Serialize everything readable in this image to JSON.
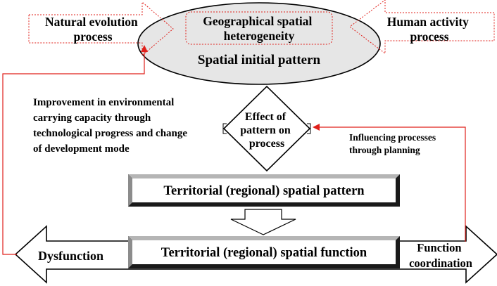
{
  "nodes": {
    "natural_evolution": [
      "Natural evolution",
      "process"
    ],
    "geographical_heterogeneity": [
      "Geographical spatial",
      "heterogeneity"
    ],
    "spatial_initial_pattern": "Spatial initial pattern",
    "human_activity": [
      "Human activity",
      "process"
    ],
    "effect_of_pattern": [
      "Effect of",
      "pattern on",
      "process"
    ],
    "territorial_pattern": "Territorial (regional) spatial pattern",
    "territorial_function": "Territorial (regional) spatial function",
    "dysfunction": "Dysfunction",
    "function_coordination": [
      "Function",
      "coordination"
    ]
  },
  "annotations": {
    "improvement": [
      "Improvement in environmental",
      "carrying capacity through",
      "technological progress and change",
      "of development mode"
    ],
    "planning": [
      "Influencing processes",
      "through planning"
    ]
  },
  "colors": {
    "accent_red": "#e0201b",
    "ellipse_fill": "#e6e6e6",
    "box_dark": "#1a1a1a",
    "box_mid": "#8c8c8c"
  }
}
